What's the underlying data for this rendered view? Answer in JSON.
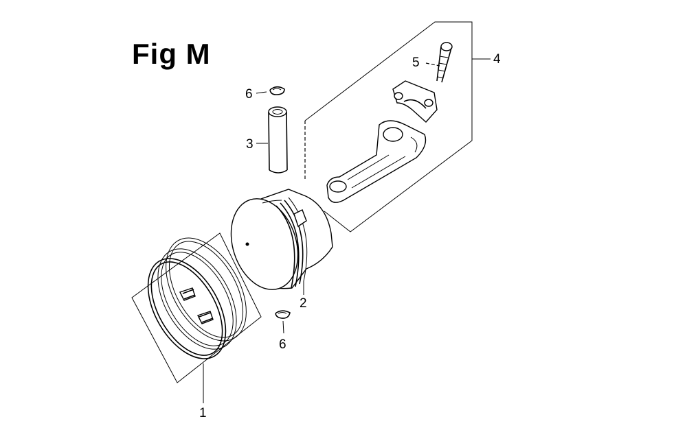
{
  "figure": {
    "title": "Fig M"
  },
  "callouts": {
    "piston_rings": "1",
    "piston": "2",
    "piston_pin": "3",
    "connecting_rod_assembly": "4",
    "rod_bolt": "5",
    "pin_clip_top": "6",
    "pin_clip_bottom": "6"
  }
}
